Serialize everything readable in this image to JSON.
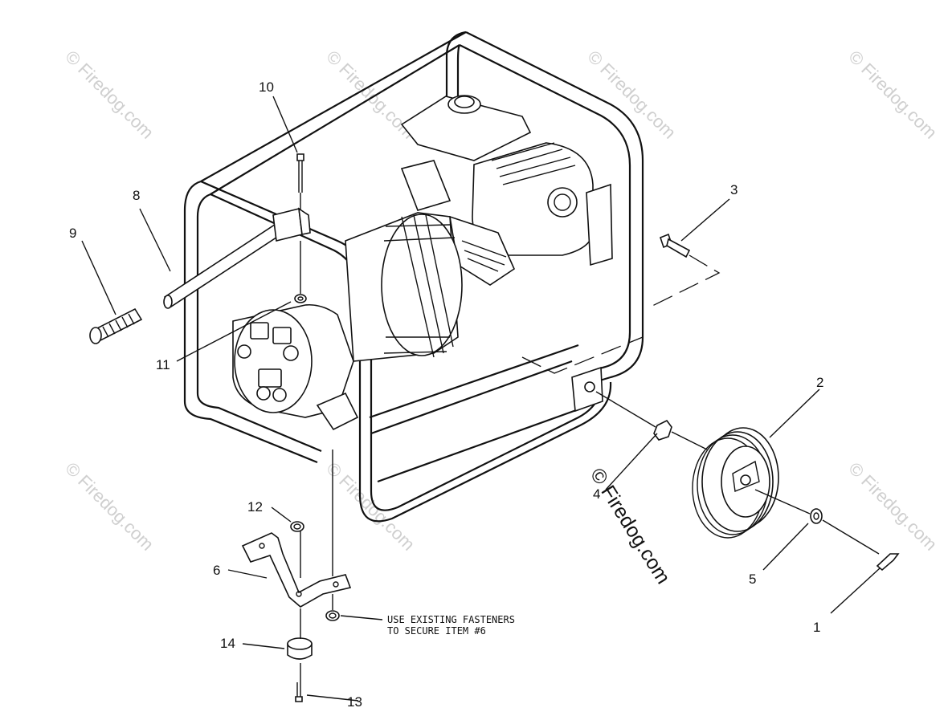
{
  "callouts": [
    {
      "id": "1",
      "label": "1"
    },
    {
      "id": "2",
      "label": "2"
    },
    {
      "id": "3",
      "label": "3"
    },
    {
      "id": "4",
      "label": "4"
    },
    {
      "id": "5",
      "label": "5"
    },
    {
      "id": "6",
      "label": "6"
    },
    {
      "id": "8",
      "label": "8"
    },
    {
      "id": "9",
      "label": "9"
    },
    {
      "id": "10",
      "label": "10"
    },
    {
      "id": "11",
      "label": "11"
    },
    {
      "id": "12",
      "label": "12"
    },
    {
      "id": "13",
      "label": "13"
    },
    {
      "id": "14",
      "label": "14"
    }
  ],
  "note": {
    "line1": "USE EXISTING FASTENERS",
    "line2": "TO SECURE ITEM #6"
  },
  "watermark": {
    "text": "© Firedog.com",
    "color": "#cfcfcf"
  }
}
